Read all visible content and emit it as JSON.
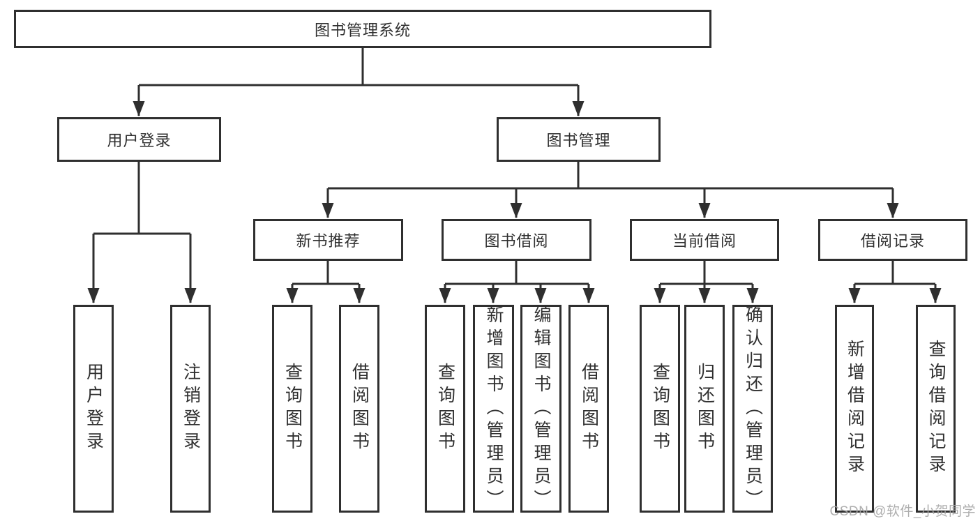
{
  "tree": {
    "root": {
      "label": "图书管理系统"
    },
    "branches": [
      {
        "label": "用户登录",
        "children": [
          {
            "label": "用户登录"
          },
          {
            "label": "注销登录"
          }
        ]
      },
      {
        "label": "图书管理",
        "children": [
          {
            "label": "新书推荐",
            "children": [
              {
                "label": "查询图书"
              },
              {
                "label": "借阅图书"
              }
            ]
          },
          {
            "label": "图书借阅",
            "children": [
              {
                "label": "查询图书"
              },
              {
                "label": "新增图书（管理员）"
              },
              {
                "label": "编辑图书（管理员）"
              },
              {
                "label": "借阅图书"
              }
            ]
          },
          {
            "label": "当前借阅",
            "children": [
              {
                "label": "查询图书"
              },
              {
                "label": "归还图书"
              },
              {
                "label": "确认归还（管理员）"
              }
            ]
          },
          {
            "label": "借阅记录",
            "children": [
              {
                "label": "新增借阅记录"
              },
              {
                "label": "查询借阅记录"
              }
            ]
          }
        ]
      }
    ]
  },
  "watermark": {
    "text": "CSDN @软件_小贺同学"
  },
  "colors": {
    "line": "#2f2f2f",
    "box_border": "#2f2f2f",
    "watermark": "#a6a6a6",
    "background": "#ffffff"
  }
}
